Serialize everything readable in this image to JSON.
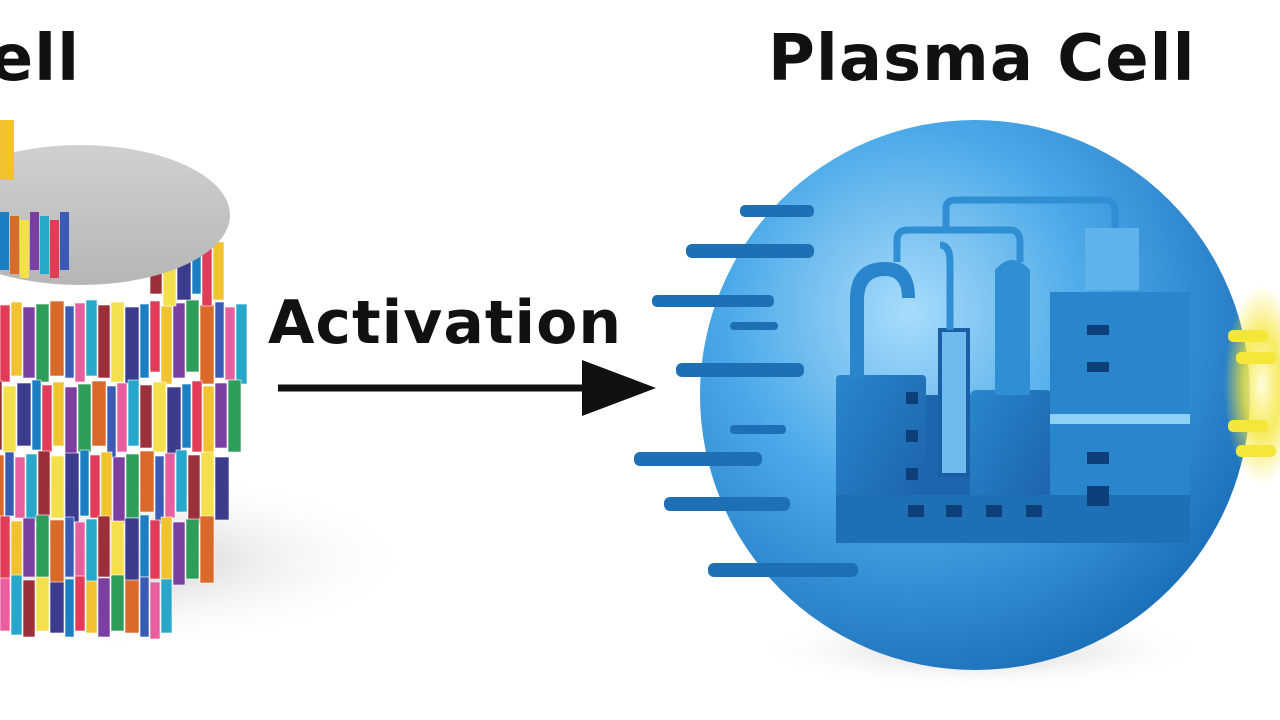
{
  "left_cell": {
    "title": "ell"
  },
  "process": {
    "label": "Activation"
  },
  "right_cell": {
    "title": "Plasma Cell"
  },
  "colors": {
    "book_palette": [
      "#1c7fc4",
      "#e23b58",
      "#f2c230",
      "#7a3fa0",
      "#2f9d5a",
      "#d96a2a",
      "#3a5bb5",
      "#e85fa0",
      "#27a7c9",
      "#9c2f3a",
      "#f4e04d",
      "#3c3c8f"
    ],
    "plasma_cell": "#4aa8e8",
    "factory": "#1f6fb4",
    "signal_glow": "#f5e63a",
    "arrow": "#111111"
  }
}
